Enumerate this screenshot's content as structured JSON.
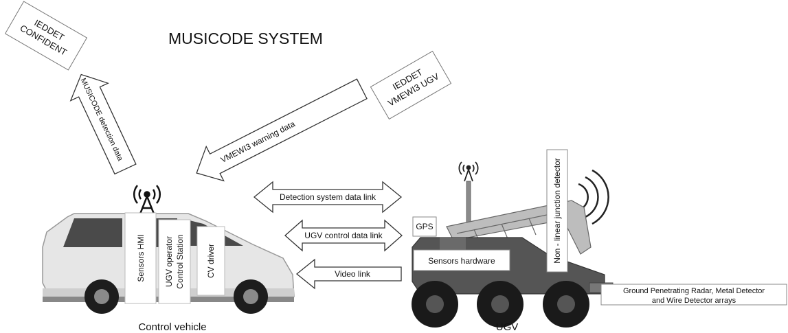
{
  "title": "MUSICODE SYSTEM",
  "boxes": {
    "confident": [
      "IEDDET",
      "CONFIDENT"
    ],
    "vmewi3_ugv": [
      "IEDDET",
      "VMEWI3 UGV"
    ]
  },
  "arrows": {
    "musicode_detection": "MUSICODE detection data",
    "vmewi3_warning": "VMEWI3 warning data",
    "detection_link": "Detection system data link",
    "ugv_control_link": "UGV control data link",
    "video_link": "Video link"
  },
  "vehicle": {
    "sensors_hmi": "Sensors HMI",
    "operator_station": [
      "UGV operator",
      "Control Station"
    ],
    "cv_driver": "CV driver",
    "caption": "Control vehicle"
  },
  "ugv": {
    "gps": "GPS",
    "sensors_hardware": "Sensors hardware",
    "nljd": "Non - linear junction detector",
    "arrays": [
      "Ground Penetrating Radar, Metal Detector",
      "and Wire Detector arrays"
    ],
    "caption": "UGV"
  }
}
